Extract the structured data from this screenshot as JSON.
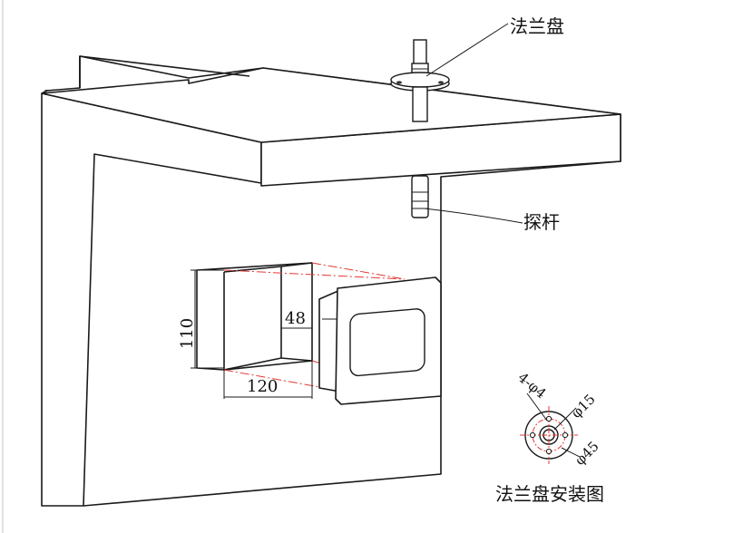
{
  "labels": {
    "flange": "法兰盘",
    "probe": "探杆",
    "flange_install": "法兰盘安装图"
  },
  "dimensions": {
    "height": "110",
    "depth": "48",
    "width": "120",
    "holes": "4-φ4",
    "inner_diameter": "φ15",
    "outer_diameter": "φ45"
  },
  "colors": {
    "line": "#1a1a1a",
    "centerline": "#e53935"
  }
}
